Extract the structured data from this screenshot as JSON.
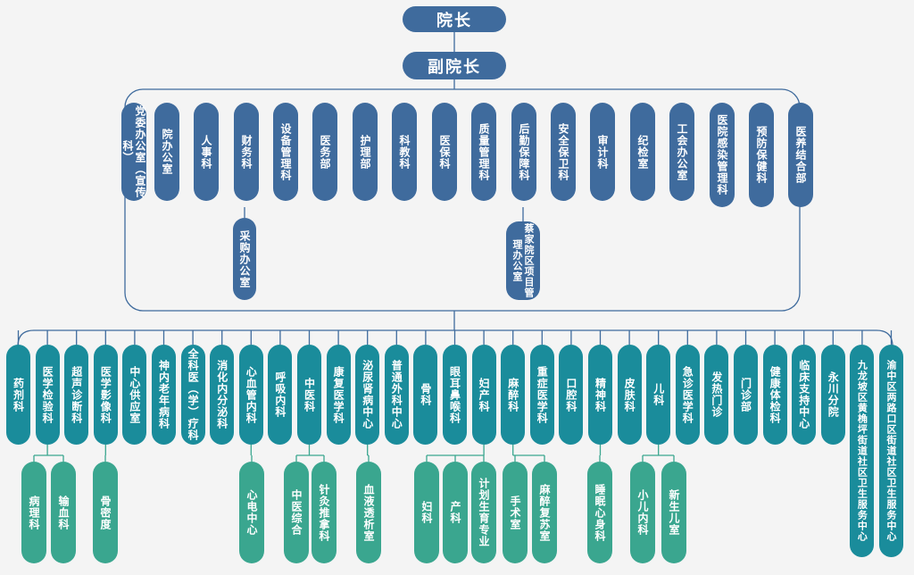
{
  "colors": {
    "executive": "#3f6b9d",
    "clinical": "#1a8c9b",
    "sub_unit": "#3aa68f",
    "connector": "#3f6b9d"
  },
  "president": "院长",
  "vice_president": "副院长",
  "admin_departments": [
    "党委办公室（宣传科）",
    "院办公室",
    "人事科",
    "财务科",
    "设备管理科",
    "医务部",
    "护理部",
    "科教科",
    "医保科",
    "质量管理科",
    "后勤保障科",
    "安全保卫科",
    "审计科",
    "纪检室",
    "工会办公室",
    "医院感染管理科",
    "预防保健科",
    "医养结合部"
  ],
  "admin_sub_units": {
    "purchasing_office": "采购办公室",
    "caijia_project_office": "蔡家院区项目管理办公室"
  },
  "clinical_departments": [
    "药剂科",
    "医学检验科",
    "超声诊断科",
    "医学影像科",
    "中心供应室",
    "神内老年病科",
    "全科医（学）疗科",
    "消化内分泌科",
    "心血管内科",
    "呼吸内科",
    "中医科",
    "康复医学科",
    "泌尿肾病中心",
    "普通外科中心",
    "骨科",
    "眼耳鼻喉科",
    "妇产科",
    "麻醉科",
    "重症医学科",
    "口腔科",
    "精神科",
    "皮肤科",
    "儿科",
    "急诊医学科",
    "发热门诊",
    "门诊部",
    "健康体检科",
    "临床支持中心",
    "永川分院",
    "九龙坡区黄桷坪街道社区卫生服务中心",
    "渝中区两路口区街道社区卫生服务中心"
  ],
  "clinical_sub_units": [
    "病理科",
    "输血科",
    "骨密度",
    "心电中心",
    "中医综合",
    "针灸推拿科",
    "血液透析室",
    "妇科",
    "产科",
    "计划生育专业",
    "手术室",
    "麻醉复苏室",
    "睡眠心身科",
    "小儿内科",
    "新生儿室"
  ]
}
